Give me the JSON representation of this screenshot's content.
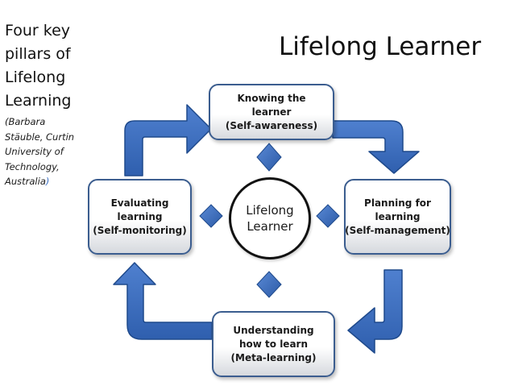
{
  "title": "Lifelong Learner",
  "sidebar": {
    "lines": [
      "Four key",
      "pillars of",
      "Lifelong",
      "Learning"
    ],
    "citation": {
      "lines": [
        "(Barbara",
        "Stäuble, Curtin",
        "University of",
        "Technology,",
        "Australia"
      ],
      "close_paren": ")"
    }
  },
  "center": {
    "lines": [
      "Lifelong",
      "Learner"
    ]
  },
  "pillars": {
    "top": {
      "lines": [
        "Knowing the",
        "learner",
        "(Self-awareness)"
      ]
    },
    "right": {
      "lines": [
        "Planning for",
        "learning",
        "(Self-management)"
      ]
    },
    "bottom": {
      "lines": [
        "Understanding",
        "how to learn",
        "(Meta-learning)"
      ]
    },
    "left": {
      "lines": [
        "Evaluating",
        "learning",
        "(Self-monitoring)"
      ]
    }
  },
  "colors": {
    "arrow_fill": "#3a6bbd",
    "arrow_stroke": "#1f4a8c",
    "diamond_fill": "#3a6bbd",
    "box_border": "#3b5d8f",
    "citation_accent": "#3a6fc4"
  }
}
